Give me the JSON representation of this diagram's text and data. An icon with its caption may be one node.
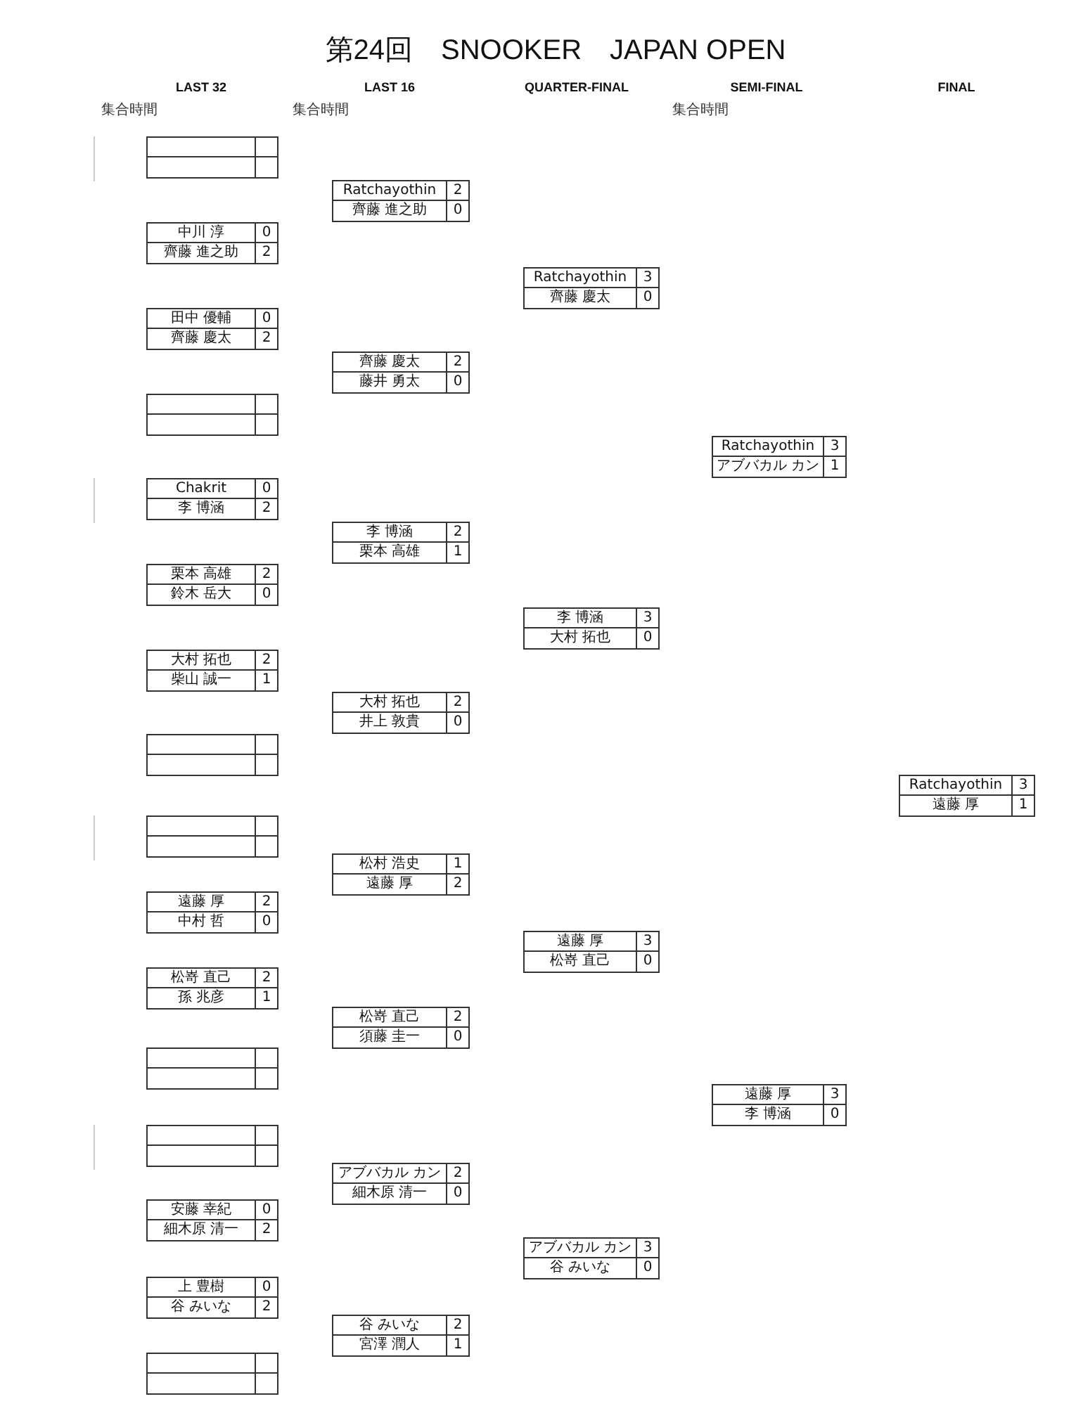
{
  "diagram": {
    "title": "第24回　SNOOKER　JAPAN OPEN",
    "nodes": [
      {
        "text": [],
        "shape": "box"
      },
      {
        "text": [
          "中川 淳",
          "0",
          "齊藤 進之助",
          "2"
        ]
      },
      {
        "text": [
          "田中 優輔",
          "0",
          "齊藤 慶太",
          "2"
        ]
      },
      {
        "text": [],
        "shape": "box"
      },
      {
        "text": [
          "Chakrit",
          "0",
          "李 博涵",
          "2"
        ]
      },
      {
        "text": [
          "栗本 高雄",
          "2",
          "鈴木 岳大",
          "0"
        ]
      },
      {
        "text": [
          "大村 拓也",
          "2",
          "柴山 誠一",
          "1"
        ]
      },
      {
        "text": [],
        "shape": "box"
      },
      {
        "text": [],
        "shape": "box"
      },
      {
        "text": [
          "遠藤 厚",
          "2",
          "中村 哲",
          "0"
        ]
      },
      {
        "text": [
          "松嵜 直己",
          "2",
          "孫 兆彦",
          "1"
        ]
      },
      {
        "text": [],
        "shape": "box"
      },
      {
        "text": [],
        "shape": "box"
      },
      {
        "text": [
          "安藤 幸紀",
          "0",
          "細木原 清一",
          "2"
        ]
      },
      {
        "text": [
          "上 豊樹",
          "0",
          "谷 みいな",
          "2"
        ]
      },
      {
        "text": [],
        "shape": "box"
      },
      {
        "text": [
          "Ratchayothin",
          "2",
          "齊藤 進之助",
          "0"
        ]
      },
      {
        "text": [
          "齊藤 慶太",
          "2",
          "藤井 勇太",
          "0"
        ]
      },
      {
        "text": [
          "李 博涵",
          "2",
          "栗本 高雄",
          "1"
        ]
      },
      {
        "text": [
          "大村 拓也",
          "2",
          "井上 敦貴",
          "0"
        ]
      },
      {
        "text": [
          "松村 浩史",
          "1",
          "遠藤 厚",
          "2"
        ]
      },
      {
        "text": [
          "松嵜 直己",
          "2",
          "須藤 圭一",
          "0"
        ]
      },
      {
        "text": [
          "アブバカル カン",
          "2",
          "細木原 清一",
          "0"
        ]
      },
      {
        "text": [
          "谷 みいな",
          "2",
          "宮澤 潤人",
          "1"
        ]
      },
      {
        "text": [
          "Ratchayothin",
          "3",
          "齊藤 慶太",
          "0"
        ]
      },
      {
        "text": [
          "李 博涵",
          "3",
          "大村 拓也",
          "0"
        ]
      },
      {
        "text": [
          "遠藤 厚",
          "3",
          "松嵜 直己",
          "0"
        ]
      },
      {
        "text": [
          "アブバカル カン",
          "3",
          "谷 みいな",
          "0"
        ]
      },
      {
        "text": [
          "Ratchayothin",
          "3",
          "アブバカル カン",
          "1"
        ]
      },
      {
        "text": [
          "遠藤 厚",
          "3",
          "李 博涵",
          "0"
        ]
      },
      {
        "text": [
          "Ratchayothin",
          "3",
          "遠藤 厚",
          "1"
        ]
      }
    ],
    "labels": [
      "LAST 32",
      "LAST 16",
      "QUARTER-FINAL",
      "SEMI-FINAL",
      "FINAL",
      "集合時間",
      "集合時間",
      "集合時間"
    ]
  }
}
